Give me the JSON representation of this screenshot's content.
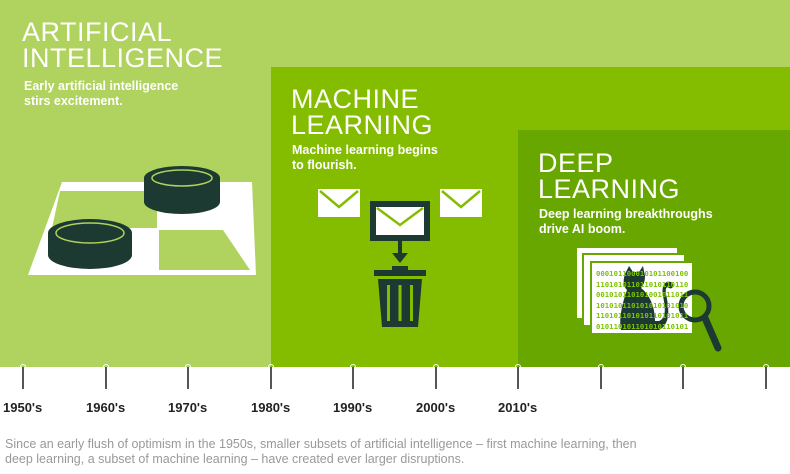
{
  "colors": {
    "ai": "#b0d25e",
    "ml": "#84bd00",
    "dl": "#68a700",
    "icon_dark": "#1c3a32",
    "caption": "#999999"
  },
  "ai": {
    "title_line1": "ARTIFICIAL",
    "title_line2": "INTELLIGENCE",
    "subtitle_line1": "Early artificial intelligence",
    "subtitle_line2": "stirs excitement.",
    "icon": "checkers-board-icon"
  },
  "ml": {
    "title_line1": "MACHINE",
    "title_line2": "LEARNING",
    "subtitle_line1": "Machine learning begins",
    "subtitle_line2": "to flourish.",
    "icons": [
      "envelope-icon",
      "envelope-icon",
      "envelope-icon",
      "arrow-down-icon",
      "trash-can-icon"
    ]
  },
  "dl": {
    "title_line1": "DEEP",
    "title_line2": "LEARNING",
    "subtitle_line1": "Deep learning breakthroughs",
    "subtitle_line2": "drive AI boom.",
    "icons": [
      "cat-icon",
      "magnifier-icon"
    ],
    "binary": [
      "000101100010101100100",
      "110101011011010110110",
      "001010110101001011011",
      "101010110101010101010",
      "110101101010110101011",
      "010110101101010110101"
    ]
  },
  "timeline": {
    "years": [
      "1950's",
      "1960's",
      "1970's",
      "1980's",
      "1990's",
      "2000's",
      "2010's"
    ]
  },
  "caption": {
    "line1": "Since an early flush of optimism in the 1950s, smaller subsets of artificial intelligence – first machine learning, then",
    "line2": "deep learning, a subset of machine learning – have created ever larger disruptions."
  }
}
